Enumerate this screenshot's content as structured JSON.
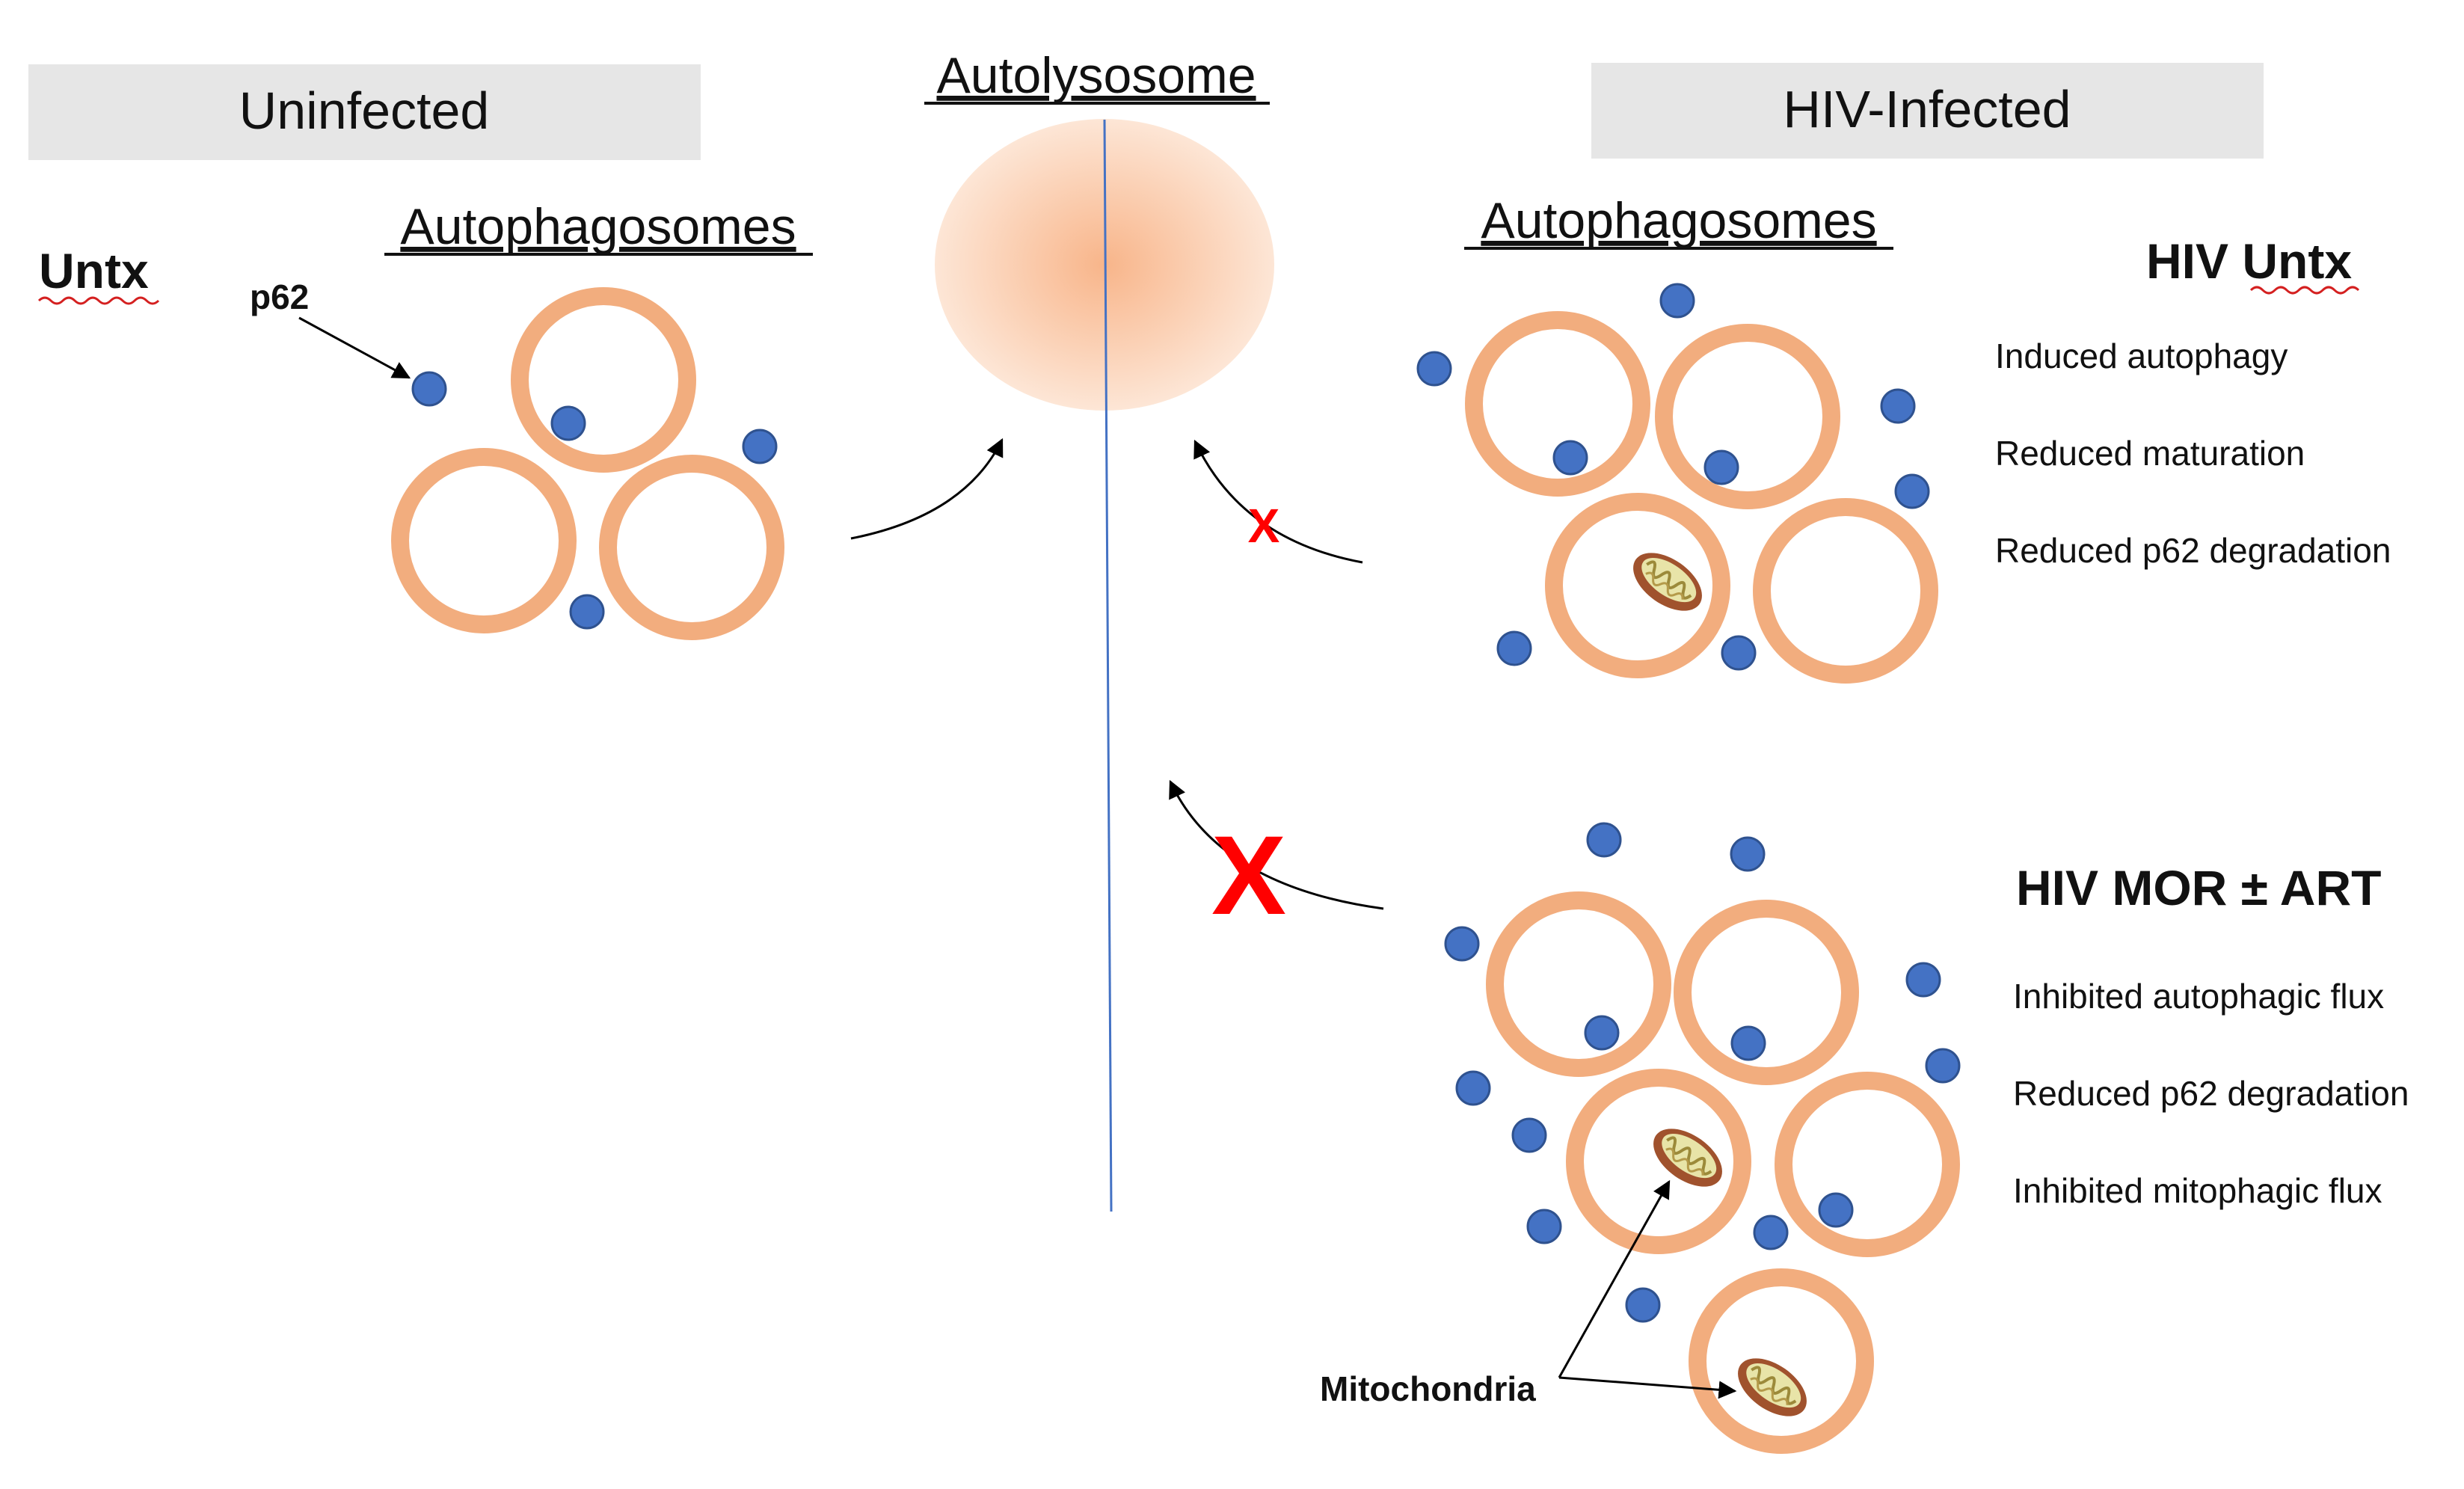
{
  "panels": {
    "uninfected": {
      "header": "Uninfected",
      "title": "Autophagosomes",
      "condition": "Untx",
      "p62_label": "p62"
    },
    "infected": {
      "header": "HIV-Infected",
      "title": "Autophagosomes"
    }
  },
  "autolysosome": {
    "title": "Autolysosome"
  },
  "groups": [
    {
      "condition": "HIV Untx",
      "features": [
        "Induced autophagy",
        "Reduced maturation",
        "Reduced p62 degradation"
      ]
    },
    {
      "condition": "HIV MOR ± ART",
      "features": [
        "Inhibited autophagic flux",
        "Reduced p62 degradation",
        "Inhibited mitophagic flux"
      ]
    }
  ],
  "mitochondria_label": "Mitochondria",
  "block_mark": "X",
  "colors": {
    "vesicle": "#f2ad7e",
    "p62": "#4472c4",
    "p62_stroke": "#2f528f",
    "block": "#ff0000",
    "header_bg": "#e6e6e6",
    "divider": "#4472c4",
    "mito_outer": "#a0522d",
    "mito_inner": "#e8e4a8"
  }
}
